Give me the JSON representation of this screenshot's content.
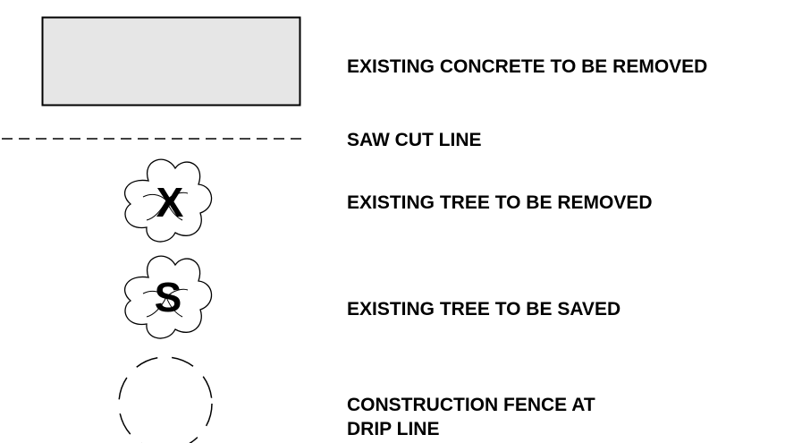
{
  "legend": {
    "items": [
      {
        "label": "EXISTING CONCRETE TO BE REMOVED",
        "symbol": "concrete-hatch-box"
      },
      {
        "label": "SAW CUT LINE",
        "symbol": "dashed-line"
      },
      {
        "label": "EXISTING TREE TO BE REMOVED",
        "symbol": "tree-icon",
        "mark": "X"
      },
      {
        "label": "EXISTING TREE TO BE SAVED",
        "symbol": "tree-icon",
        "mark": "S"
      },
      {
        "label_line1": "CONSTRUCTION FENCE AT",
        "label_line2": "DRIP LINE",
        "symbol": "dashed-circle"
      }
    ]
  },
  "colors": {
    "concrete_fill": "#e6e6e6",
    "stroke": "#000000",
    "background": "#ffffff"
  }
}
